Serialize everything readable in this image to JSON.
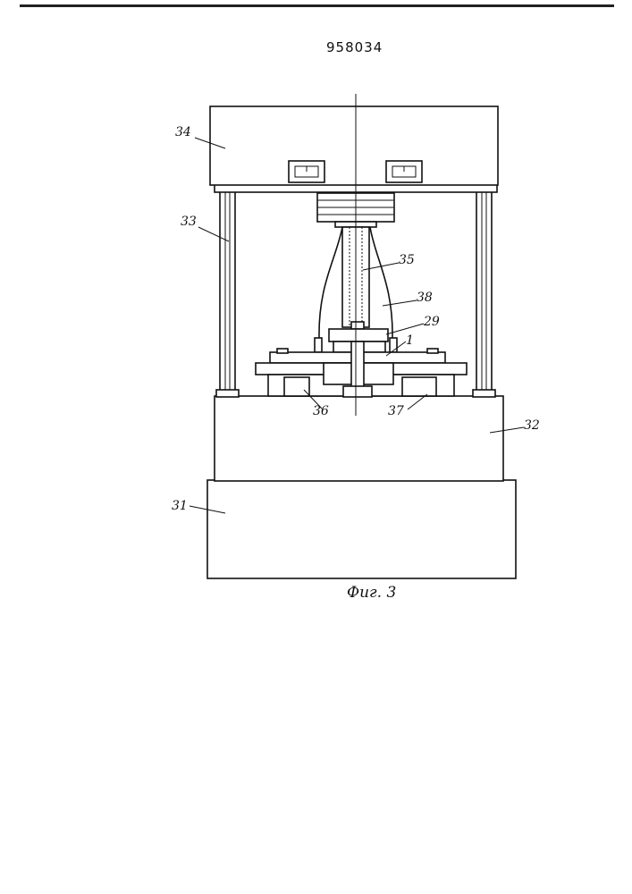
{
  "document": {
    "patent_number": "958034",
    "figure_caption": "Фиг. 3"
  },
  "labels": {
    "l34": "34",
    "l33": "33",
    "l35": "35",
    "l38": "38",
    "l29": "29",
    "l1": "1",
    "l36": "36",
    "l37": "37",
    "l32": "32",
    "l31": "31"
  }
}
